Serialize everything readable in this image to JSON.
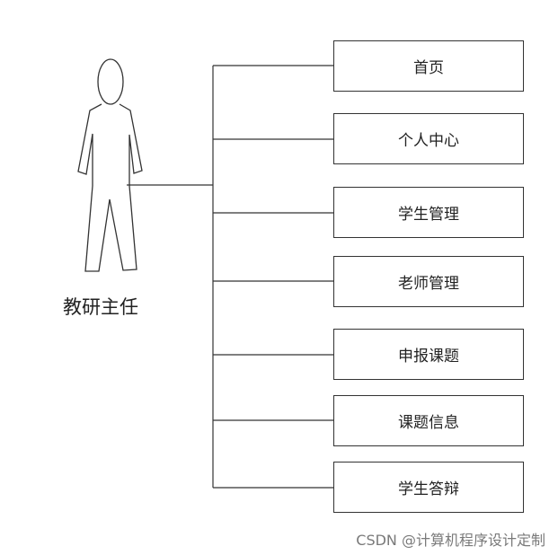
{
  "actor": {
    "label": "教研主任"
  },
  "modules": [
    {
      "label": "首页"
    },
    {
      "label": "个人中心"
    },
    {
      "label": "学生管理"
    },
    {
      "label": "老师管理"
    },
    {
      "label": "申报课题"
    },
    {
      "label": "课题信息"
    },
    {
      "label": "学生答辩"
    }
  ],
  "watermark": "CSDN @计算机程序设计定制",
  "colors": {
    "line": "#333333",
    "text": "#222222",
    "watermark": "#7a7a7a"
  }
}
